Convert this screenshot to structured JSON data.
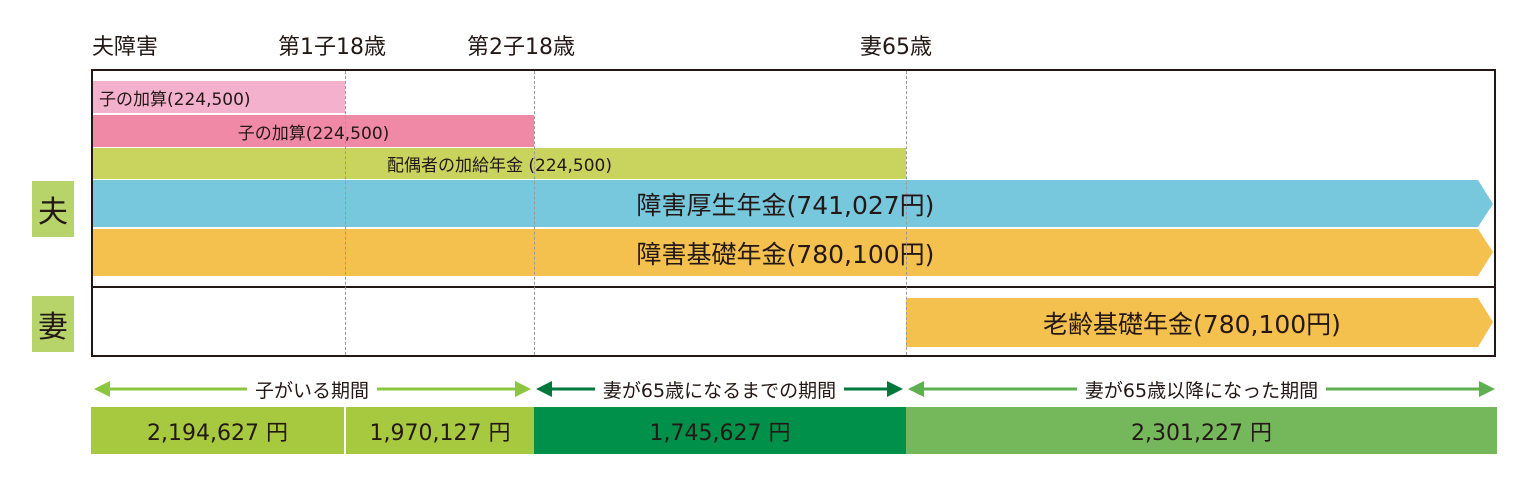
{
  "timeline": {
    "labels": [
      "夫障害",
      "第1子18歳",
      "第2子18歳",
      "妻65歳"
    ]
  },
  "rows": {
    "husband": "夫",
    "wife": "妻"
  },
  "benefits": {
    "child_addition_1": "子の加算(224,500)",
    "child_addition_2": "子の加算(224,500)",
    "spouse_addition": "配偶者の加給年金 (224,500)",
    "disability_employees_pension": "障害厚生年金(741,027円)",
    "disability_basic_pension": "障害基礎年金(780,100円)",
    "old_age_basic_pension": "老齢基礎年金(780,100円)"
  },
  "periods": {
    "with_children": "子がいる期間",
    "until_wife_65": "妻が65歳になるまでの期間",
    "after_wife_65": "妻が65歳以降になった期間"
  },
  "totals": [
    "2,194,627 円",
    "1,970,127 円",
    "1,745,627 円",
    "2,301,227 円"
  ],
  "colors": {
    "child_addition_1": "#f4b1ce",
    "child_addition_2": "#ef89a6",
    "spouse_addition": "#c9d45e",
    "disability_employees_pension": "#78c8dd",
    "basic_pension": "#f4c14e",
    "side_label": "#b6d46a",
    "total_1": "#a6c93f",
    "total_2": "#a6c93f",
    "total_3": "#00904a",
    "total_4": "#74b85b",
    "arrow_light": "#8cc63f",
    "arrow_dark": "#00783c",
    "arrow_mid": "#5daf4f"
  }
}
